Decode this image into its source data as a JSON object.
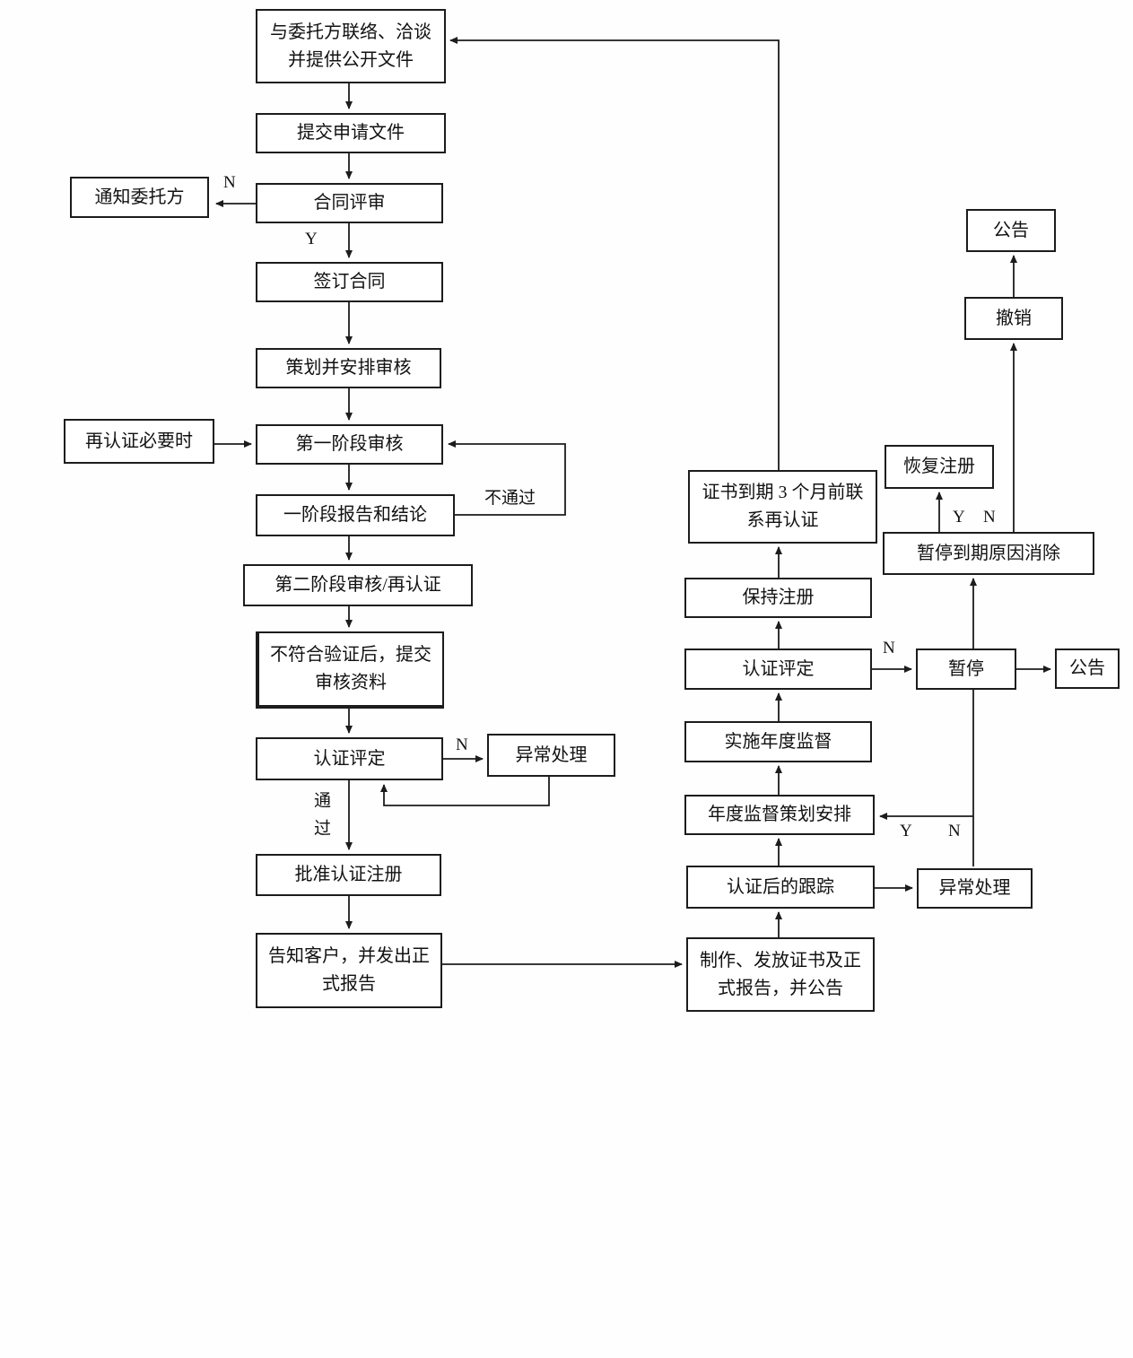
{
  "diagram": {
    "type": "flowchart",
    "language": "zh-CN",
    "colors": {
      "line": "#1c1c1c",
      "box_border": "#1c1c1c",
      "box_fill": "#ffffff",
      "background": "#fefefe"
    },
    "nodes": {
      "contact_client": "与委托方联络、洽谈并提供公开文件",
      "submit_application": "提交申请文件",
      "contract_review": "合同评审",
      "notify_client": "通知委托方",
      "sign_contract": "签订合同",
      "plan_audit": "策划并安排审核",
      "recert_when_necessary": "再认证必要时",
      "stage1_audit": "第一阶段审核",
      "stage1_report": "一阶段报告和结论",
      "stage2_audit": "第二阶段审核/再认证",
      "nonconformity": "不符合验证后，提交审核资料",
      "cert_evaluation_left": "认证评定",
      "exception_left": "异常处理",
      "approve_registration": "批准认证注册",
      "inform_client": "告知客户，并发出正式报告",
      "issue_certificate": "制作、发放证书及正式报告，并公告",
      "post_cert_tracking": "认证后的跟踪",
      "exception_right": "异常处理",
      "annual_supervision_plan": "年度监督策划安排",
      "implement_supervision": "实施年度监督",
      "cert_evaluation_right": "认证评定",
      "suspend": "暂停",
      "announce_suspend": "公告",
      "maintain_registration": "保持注册",
      "expiry_recert": "证书到期 3 个月前联系再认证",
      "suspension_reason_removed": "暂停到期原因消除",
      "restore_registration": "恢复注册",
      "revoke": "撤销",
      "announce_revoke": "公告"
    },
    "edge_labels": {
      "contract_n": "N",
      "contract_y": "Y",
      "stage1_fail": "不通过",
      "eval_left_n": "N",
      "eval_left_pass": "通过",
      "eval_right_n": "N",
      "suspension_y": "Y",
      "suspension_n": "N",
      "supervision_y": "Y",
      "supervision_n": "N"
    }
  }
}
